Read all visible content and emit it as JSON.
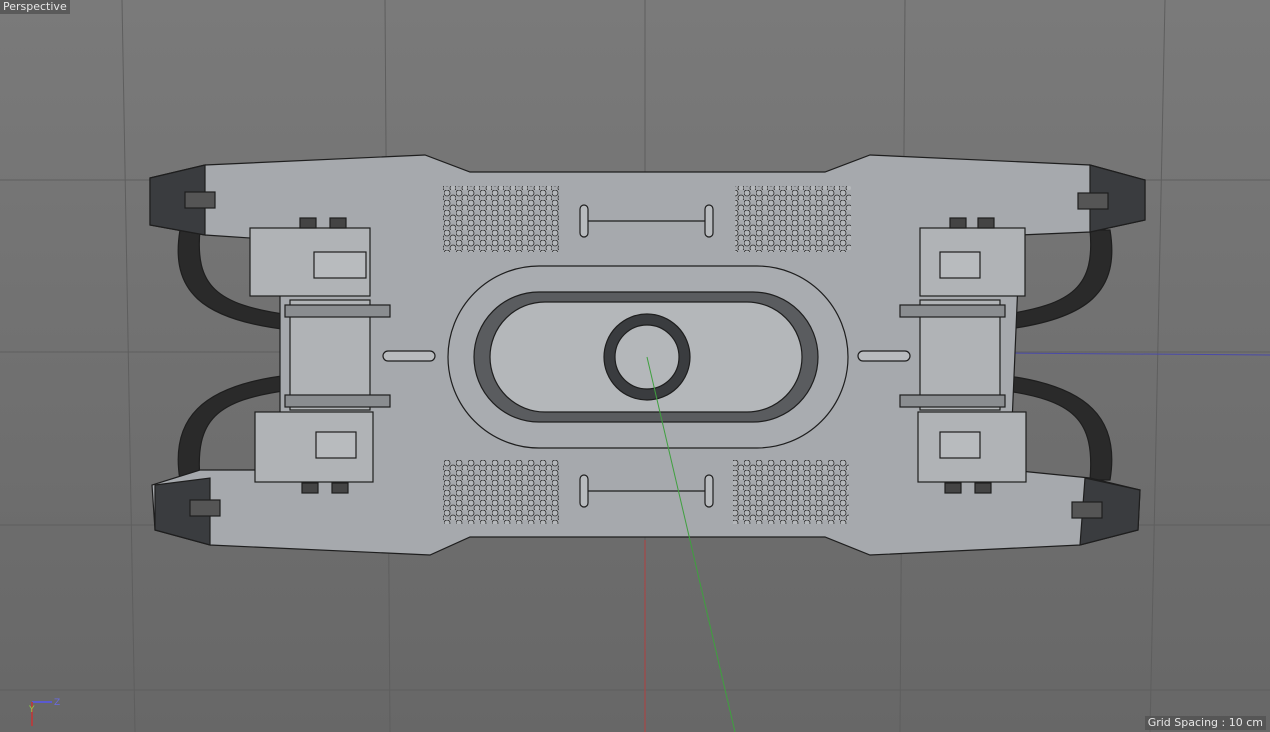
{
  "viewport": {
    "view_name": "Perspective",
    "grid_spacing": "Grid Spacing : 10 cm",
    "axes": {
      "y_label": "Y",
      "z_label": "Z"
    },
    "colors": {
      "background": "#6e6e6e",
      "grid": "#5c5c5c",
      "x_axis": "#b04040",
      "y_axis": "#3fa03f",
      "z_axis": "#4a4aa8",
      "model_fill": "#a6a9ad",
      "model_line": "#1e1e1e"
    }
  }
}
